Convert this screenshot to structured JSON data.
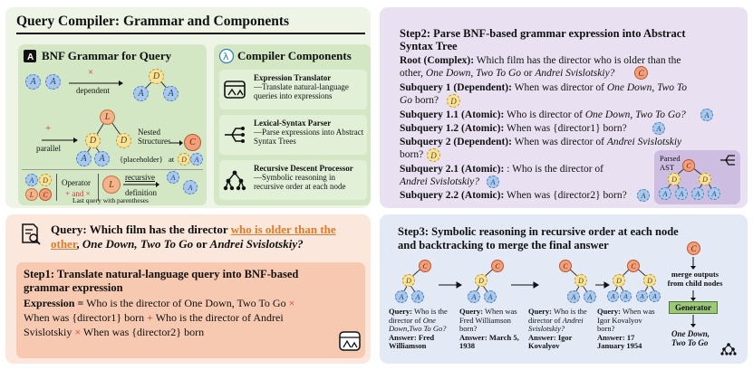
{
  "top_left": {
    "title": "Query Compiler: Grammar and Components",
    "bnf": {
      "title": "BNF Grammar for Query",
      "dependent_label": "dependent",
      "parallel_label": "parallel",
      "nested_label_1": "Nested",
      "nested_label_2": "Structures",
      "placeholder_label": "{placeholder}",
      "at_label": "at",
      "operator_label": "Operator",
      "and_label": "+ and",
      "times_sign": "×",
      "plus_sign": "+",
      "recursive_label": "recursive",
      "definition_label": "definition",
      "last_query_label": "Last query with parentheses"
    },
    "components": {
      "title": "Compiler Components",
      "items": [
        {
          "title": "Expression Translator",
          "desc": "—Translate natural-language queries into expressions"
        },
        {
          "title": "Lexical-Syntax Parser",
          "desc": "—Parse expressions into Abstract Syntax Trees"
        },
        {
          "title": "Recursive Descent Processor",
          "desc": "—Symbolic reasoning in recursive order at each node"
        }
      ]
    }
  },
  "top_right": {
    "title_1": "Step2: Parse BNF-based grammar expression into Abstract",
    "title_2": "Syntax Tree",
    "root_label": "Root (Complex):",
    "root_text": " Which film has the director who is older than the",
    "root_text_2a": "other, ",
    "root_italic": "One Down, Two To Go",
    "root_or": " or ",
    "root_italic_2": "Andrei Svislotskiy?",
    "sq1_label": "Subquery 1 (Dependent):",
    "sq1_text": " When was director of ",
    "sq1_italic": "One Down, Two To",
    "sq1_cont": "Go",
    "sq1_cont_2": " born?",
    "sq11_label": "Subquery 1.1 (Atomic):",
    "sq11_text": "  Who is director of ",
    "sq11_italic": "One Down, Two To Go?",
    "sq12_label": "Subquery 1.2  (Atomic):",
    "sq12_text": " When was {director1} born?",
    "sq2_label": "Subquery 2 (Dependent):",
    "sq2_text": " When was director of ",
    "sq2_italic": "Andrei Svislotskiy",
    "sq2_cont": "born?",
    "sq21_label": "Subquery 2.1 (Atomic):",
    "sq21_text": " : Who is the director of",
    "sq21_italic": "Andrei Svislotskiy?",
    "sq22_label": "Subquery 2.2 (Atomic):",
    "sq22_text": " When was {director2} born?",
    "parsed_label_1": "Parsed",
    "parsed_label_2": "AST"
  },
  "bottom_left": {
    "query_label": "Query: Which film has the director ",
    "query_highlight": "who is older than the other",
    "query_sep": ", ",
    "query_italic_1": "One Down, Two To Go",
    "query_or": " or ",
    "query_italic_2": "Andrei Svislotskiy?",
    "step1_title_1": "Step1: Translate natural-language query into BNF-based",
    "step1_title_2": "grammar expression",
    "expr_label": "Expression =",
    "expr_1": " Who is the director of One Down, Two To Go ",
    "expr_times": "×",
    "expr_2": "When was {director1} born ",
    "expr_plus": "+",
    "expr_3": " Who is the director of Andrei",
    "expr_4": "Svislotskiy ",
    "expr_5": " When was {director2} born"
  },
  "bottom_right": {
    "title_1": "Step3: Symbolic reasoning in recursive order at each node",
    "title_2": "and backtracking to merge the final answer",
    "steps": [
      {
        "q_label": "Query:",
        "q_text": " Who is the director of ",
        "q_italic": "One Down,Two To Go?",
        "a_label": "Answer:",
        "a_text": " Fred Williamson"
      },
      {
        "q_label": "Query:",
        "q_text": " When was Fred Williamson born?",
        "q_italic": "",
        "a_label": "Answer:",
        "a_text": " March 5, 1938"
      },
      {
        "q_label": "Query:",
        "q_text": " Who is the director of ",
        "q_italic": "Andrei Svislotskiy?",
        "a_label": "Answer:",
        "a_text": " Igor Kovalyov"
      },
      {
        "q_label": "Query:",
        "q_text": " When was Igor Kovalyov born?",
        "q_italic": "",
        "a_label": "Answer:",
        "a_text": " 17 January 1954"
      }
    ],
    "merge_label": "merge outputs from child nodes",
    "generator_label": "Generator",
    "final_answer": "One Down, Two To Go"
  },
  "node_letters": {
    "A": "A",
    "D": "D",
    "L": "L",
    "C": "C"
  },
  "colors": {
    "panel_green": "#eef4e6",
    "panel_purple": "#e9e1f1",
    "panel_peach": "#fbe7dc",
    "panel_blue": "#e4e9f6",
    "accent_red": "#dd3333",
    "accent_orange": "#e07b2a"
  }
}
